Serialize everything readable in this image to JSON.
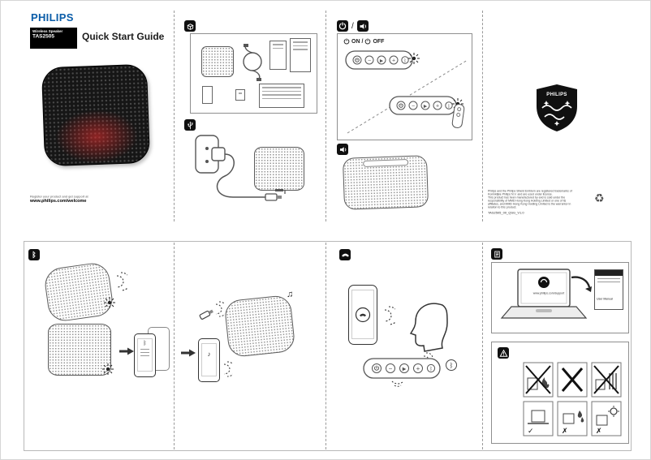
{
  "cover": {
    "brand": "PHILIPS",
    "product_line": "Wireless Speaker",
    "model": "TAS2505",
    "title": "Quick Start Guide",
    "register_note": "Register your product and get support at",
    "register_url": "www.philips.com/welcome"
  },
  "power": {
    "on_label": "ON",
    "separator": "/",
    "off_label": "OFF"
  },
  "back_cover": {
    "shield_brand": "PHILIPS",
    "legal_lines": [
      "Philips and the Philips Shield Emblem are registered trademarks of",
      "Koninklijke Philips N.V. and are used under license.",
      "This product has been manufactured by and is sold under the",
      "responsibility of MMD Hong Kong Holding Limited or one of its",
      "affiliates, and MMD Hong Kong Holding Limited is the warrantor in",
      "relation to this product."
    ],
    "doc_code": "TAS2505_00_QSG_V1.0"
  },
  "support": {
    "support_url": "www.philips.com/support",
    "manual_label": "User Manual"
  },
  "icons": {
    "bluetooth_glyph": "ᛒ",
    "music_note": "♪",
    "double_note": "♫",
    "recycle": "♻",
    "check": "✓",
    "cross": "✗",
    "minus": "−",
    "plus": "+",
    "play": "▶"
  }
}
